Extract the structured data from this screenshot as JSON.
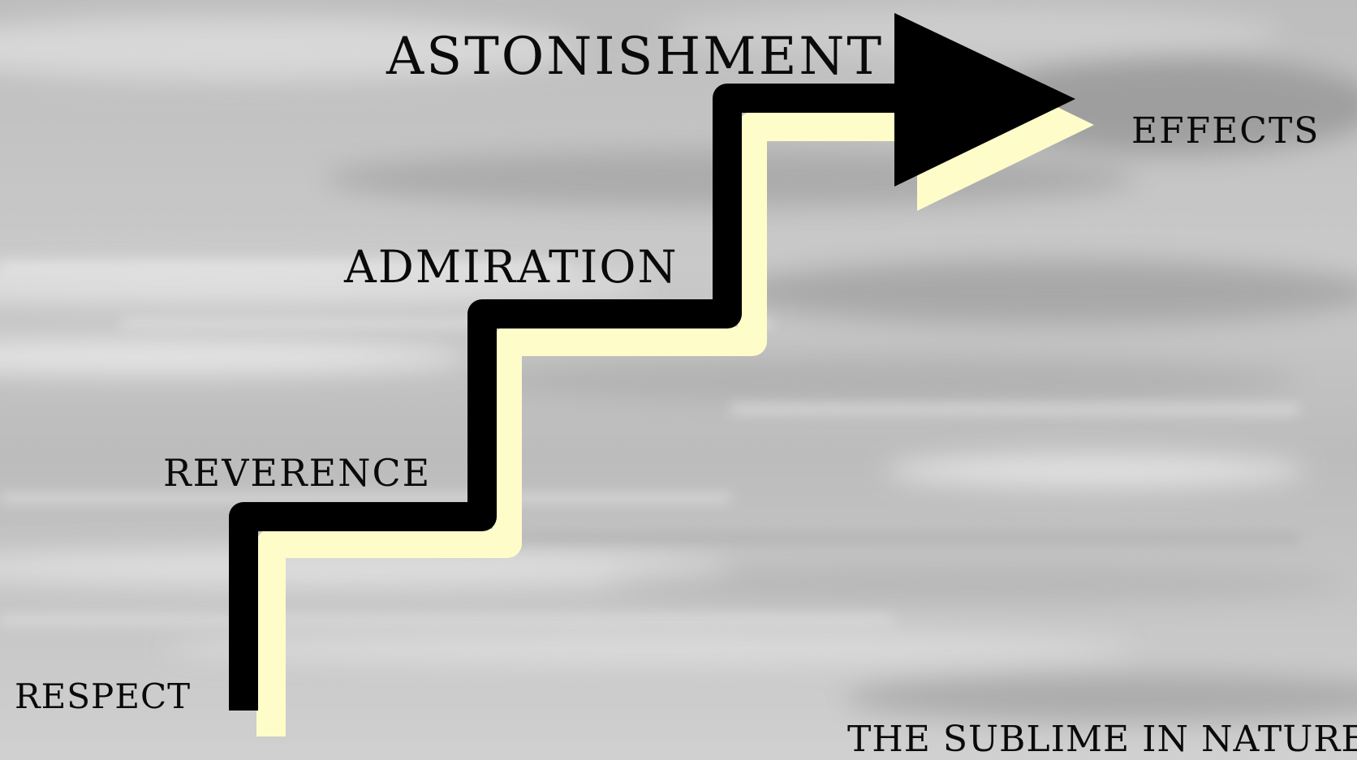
{
  "slide": {
    "steps": [
      {
        "id": "respect",
        "label": "RESPECT"
      },
      {
        "id": "reverence",
        "label": "REVERENCE"
      },
      {
        "id": "admiration",
        "label": "ADMIRATION"
      },
      {
        "id": "astonishment",
        "label": "ASTONISHMENT"
      }
    ],
    "arrow_label": "EFFECTS",
    "footer_title": "THE SUBLIME IN NATURE"
  },
  "colors": {
    "stair_black": "#000000",
    "stair_shadow": "#fefcc8",
    "text": "#0a0a0a",
    "sky_base": "#c4c4c4"
  },
  "background": {
    "description_icon": "cloudy-sky-background"
  }
}
